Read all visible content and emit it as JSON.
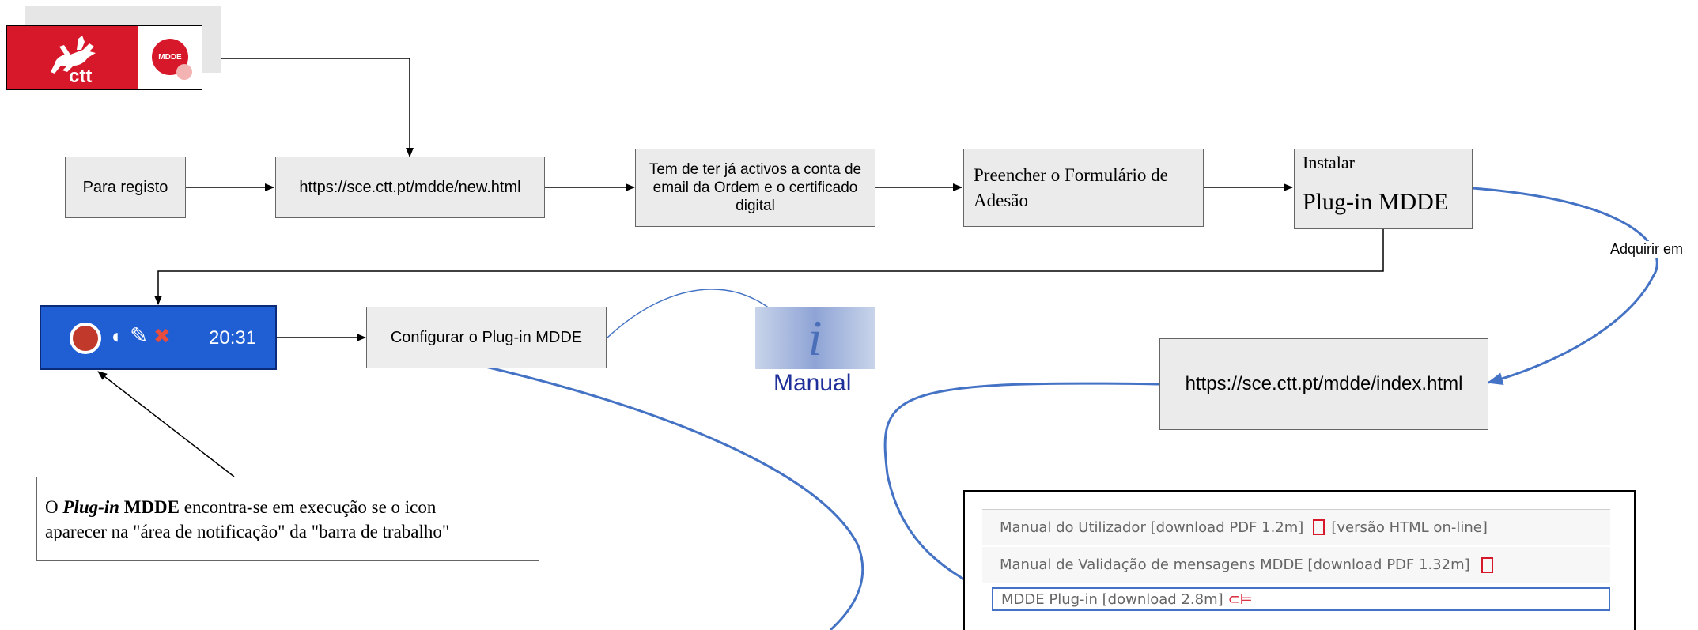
{
  "logo": {
    "brand_text": "ctt",
    "badge_text": "MDDE"
  },
  "steps": {
    "register": "Para registo",
    "register_url": "https://sce.ctt.pt/mdde/new.html",
    "prerequisite": "Tem de ter já activos a conta de email da Ordem e o certificado digital",
    "form": "Preencher o Formulário de Adesão",
    "install_line1": "Instalar",
    "install_line2": "Plug-in MDDE",
    "configure": "Configurar o Plug-in MDDE",
    "download_url": "https://sce.ctt.pt/mdde/index.html"
  },
  "edge_label": "Adquirir em",
  "taskbar": {
    "clock": "20:31"
  },
  "manual": {
    "label": "Manual"
  },
  "note": {
    "prefix": "O ",
    "italic": "Plug-in",
    "bold": "MDDE",
    "rest": " encontra-se em execução se o icon",
    "line2": "aparecer na \"área de notificação\" da \"barra de trabalho\""
  },
  "download_list": [
    {
      "text": "Manual do Utilizador [download PDF 1.2m]",
      "suffix": "[versão HTML on-line]",
      "icon": "pdf-doc-icon"
    },
    {
      "text": "Manual de Validação de mensagens MDDE [download PDF 1.32m]",
      "suffix": "",
      "icon": "pdf-doc-icon"
    },
    {
      "text": "MDDE Plug-in [download 2.8m]",
      "suffix": "",
      "icon": "plug-icon"
    }
  ],
  "colors": {
    "brand_red": "#d7182a",
    "connector_blue": "#4472c4",
    "taskbar_blue": "#1f5fd3",
    "manual_blue": "#1f2f9a"
  }
}
